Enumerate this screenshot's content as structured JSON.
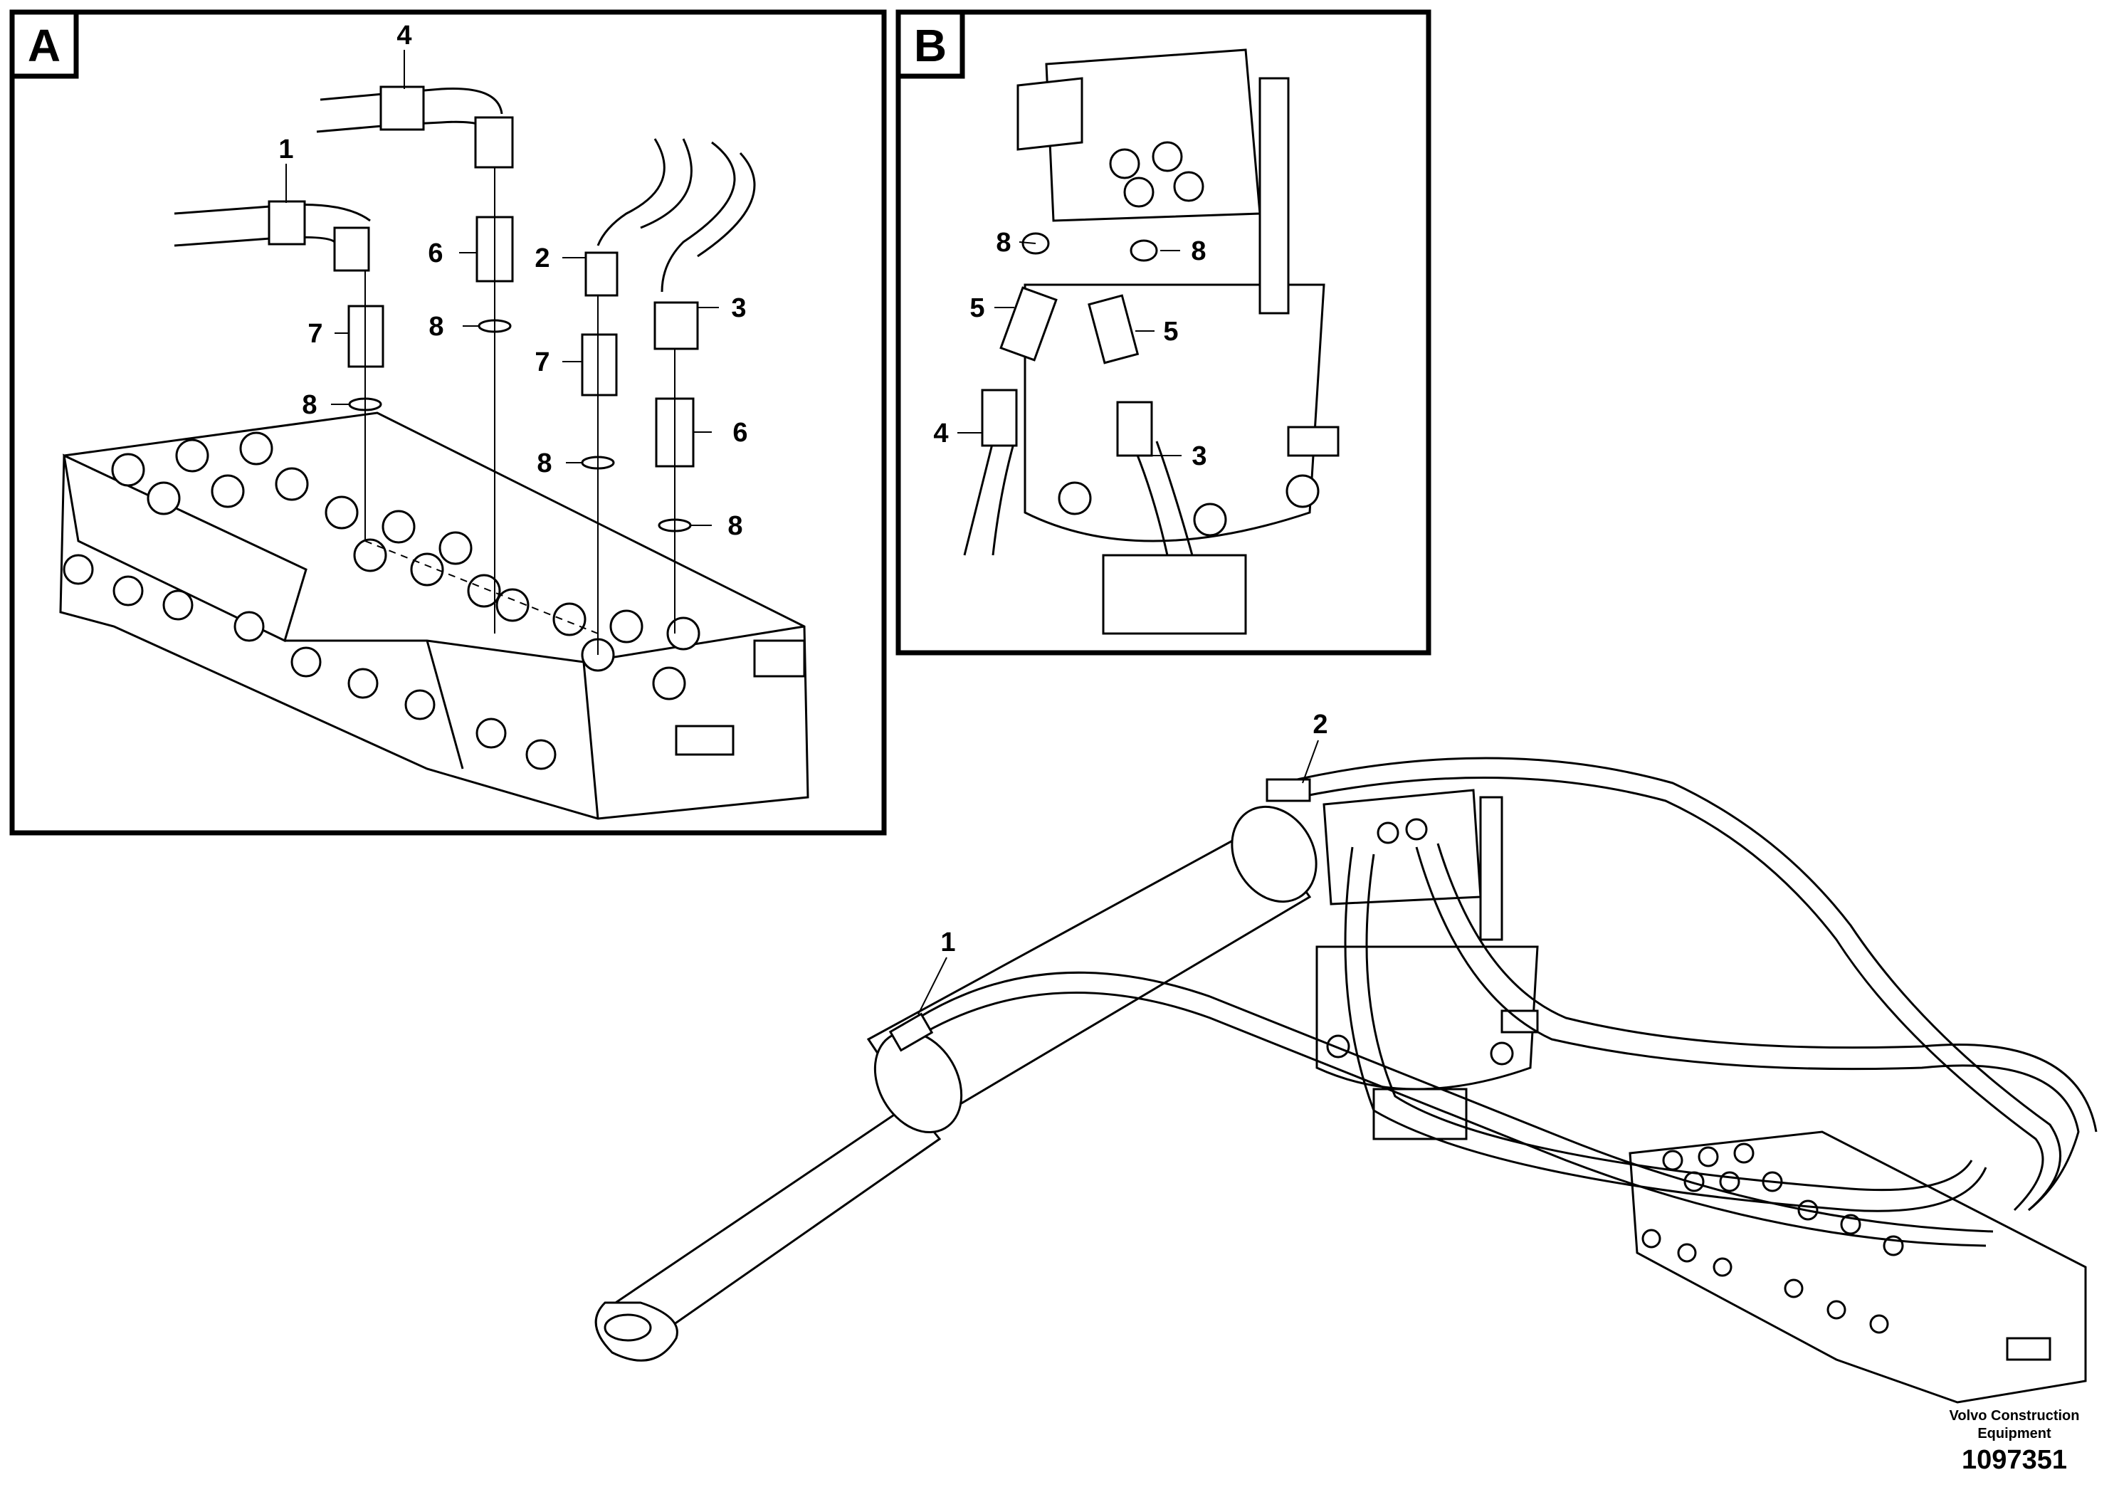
{
  "panels": [
    {
      "letter": "A"
    },
    {
      "letter": "B"
    }
  ],
  "panel_a_callouts": [
    "4",
    "1",
    "6",
    "8",
    "2",
    "3",
    "7",
    "7",
    "8",
    "8",
    "6",
    "8"
  ],
  "panel_b_callouts": [
    "8",
    "8",
    "5",
    "5",
    "4",
    "3"
  ],
  "main_callouts": [
    "2",
    "1"
  ],
  "footer": {
    "brand_line1": "Volvo Construction",
    "brand_line2": "Equipment",
    "part_number": "1097351"
  }
}
